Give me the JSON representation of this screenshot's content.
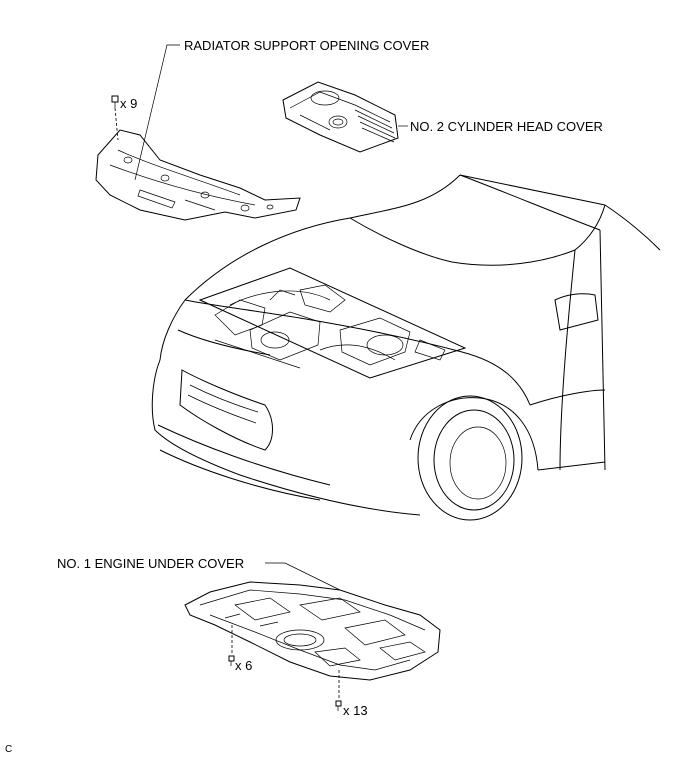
{
  "labels": {
    "radiator_cover": "RADIATOR SUPPORT OPENING COVER",
    "cylinder_head_cover": "NO. 2 CYLINDER HEAD COVER",
    "engine_under_cover": "NO. 1 ENGINE UNDER COVER"
  },
  "fasteners": {
    "radiator_clips": "x 9",
    "under_cover_front": "x 6",
    "under_cover_rear": "x 13"
  },
  "corner_mark": "C"
}
